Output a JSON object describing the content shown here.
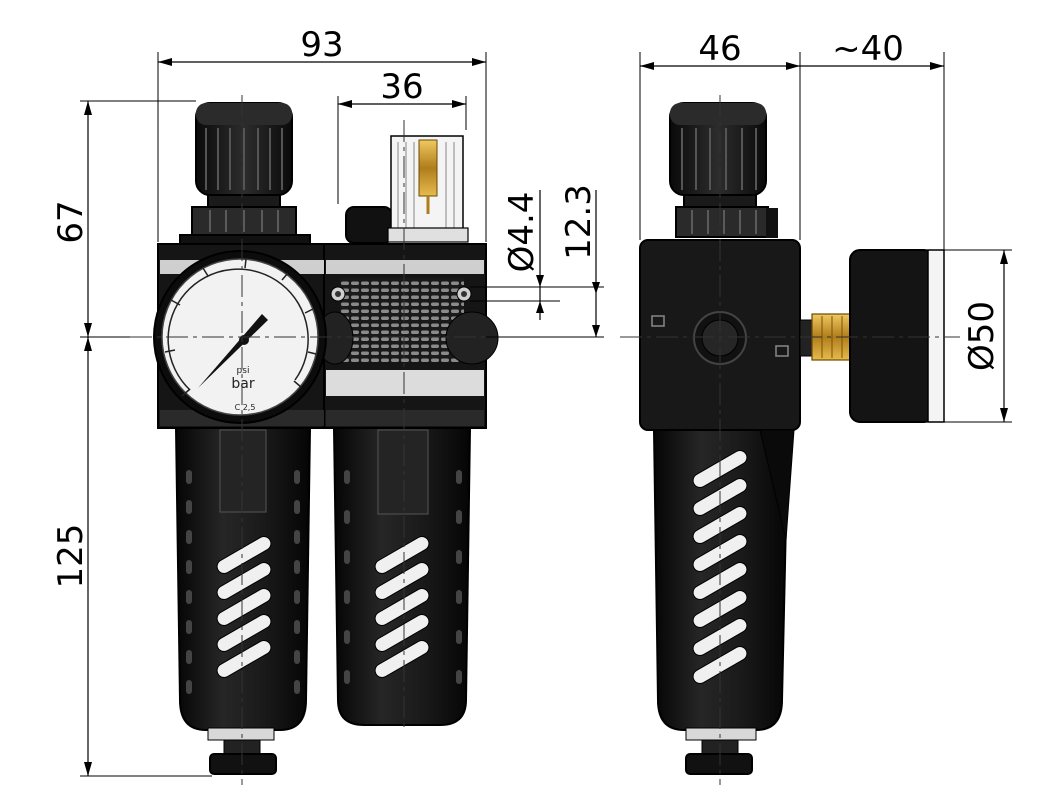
{
  "dimensions": {
    "total_width": "93",
    "lubricator_width": "36",
    "top_height": "67",
    "bottom_height": "125",
    "hole_diameter": "Ø4.4",
    "hole_offset": "12.3",
    "side_width": "46",
    "gauge_depth": "~40",
    "gauge_diameter": "Ø50"
  },
  "gauge": {
    "unit_small": "psi",
    "unit": "bar",
    "class": "C 2,5"
  },
  "colors": {
    "body": "#111111",
    "body_light": "#2a2a2a",
    "gauge_face": "#f2f2f2",
    "brass": "#c99a2e",
    "lens": "#e8e8e8"
  }
}
